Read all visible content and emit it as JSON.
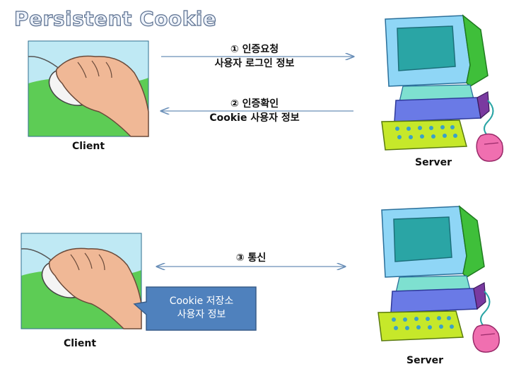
{
  "title": "Persistent Cookie",
  "top": {
    "client_label": "Client",
    "server_label": "Server",
    "request": {
      "line1": "① 인증요청",
      "line2": "사용자 로그인 정보"
    },
    "response": {
      "line1": "② 인증확인",
      "line2": "Cookie 사용자 정보"
    }
  },
  "bottom": {
    "client_label": "Client",
    "server_label": "Server",
    "comm": {
      "line1": "③ 통신"
    },
    "callout": {
      "line1": "Cookie 저장소",
      "line2": "사용자 정보"
    }
  },
  "colors": {
    "arrow": "#6a8fb8",
    "callout_fill": "#4f81bd",
    "callout_border": "#385d8a",
    "hand": "#f0b896",
    "mouse_bg_sky": "#bfe9f4",
    "mouse_bg_grass": "#5dcc55"
  },
  "icons": [
    "hand-on-mouse-icon",
    "computer-server-icon"
  ]
}
